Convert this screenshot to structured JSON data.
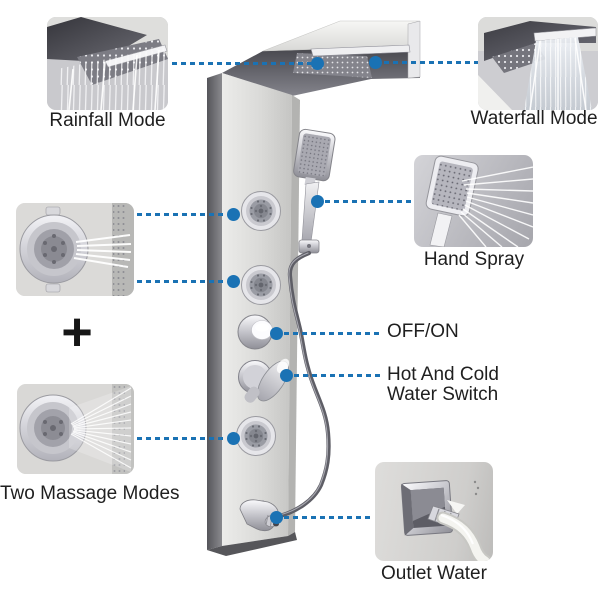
{
  "diagram_title": "shower-panel-feature-diagram",
  "callouts": {
    "rainfall": {
      "label": "Rainfall Mode",
      "thumb": "rainfall-head-thumbnail"
    },
    "waterfall": {
      "label": "Waterfall Mode",
      "thumb": "waterfall-head-thumbnail"
    },
    "hand_spray": {
      "label": "Hand Spray",
      "thumb": "hand-spray-thumbnail"
    },
    "off_on": {
      "label": "OFF/ON"
    },
    "hot_cold": {
      "line1": "Hot And Cold",
      "line2": "Water Switch"
    },
    "two_massage": {
      "label": "Two Massage Modes",
      "thumb": "massage-jet-thumbnails"
    },
    "outlet": {
      "label": "Outlet Water",
      "thumb": "outlet-water-thumbnail"
    },
    "plus_sign": "+"
  },
  "colors": {
    "arrow_blue": "#1a72b4",
    "label_text": "#1f1f1f",
    "background": "#ffffff",
    "panel_metal": "#d9d9d7",
    "chrome": "#c6c6cc"
  }
}
